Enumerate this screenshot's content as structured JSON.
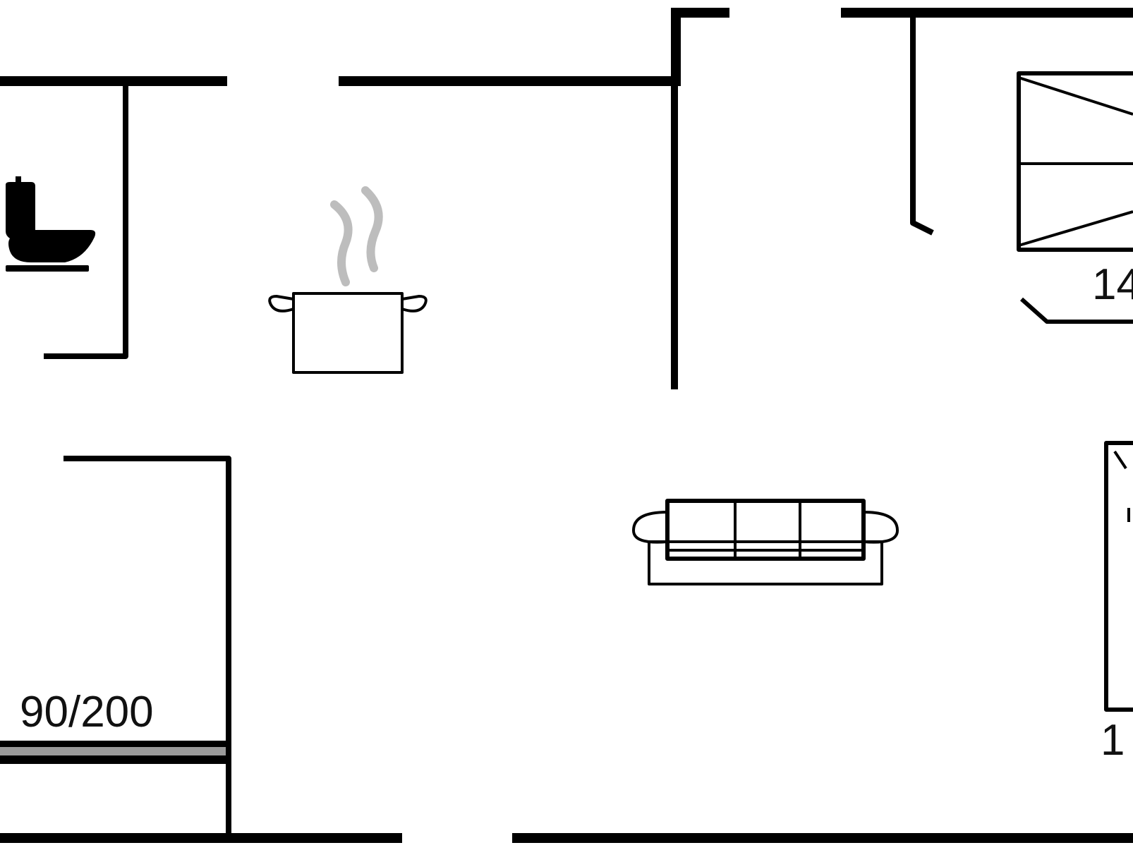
{
  "floorplan": {
    "bed_labels": {
      "single_bed": "90/200",
      "bed_top_right": "14",
      "bed_right": "1"
    },
    "icons": [
      "toilet-icon",
      "cooking-pot-icon",
      "steam-icon",
      "sofa-icon",
      "bed-icon"
    ],
    "colors": {
      "wall": "#000000",
      "background": "#ffffff",
      "steam": "#bdbdbd",
      "bed_stripe": "#9a9a9a"
    }
  }
}
